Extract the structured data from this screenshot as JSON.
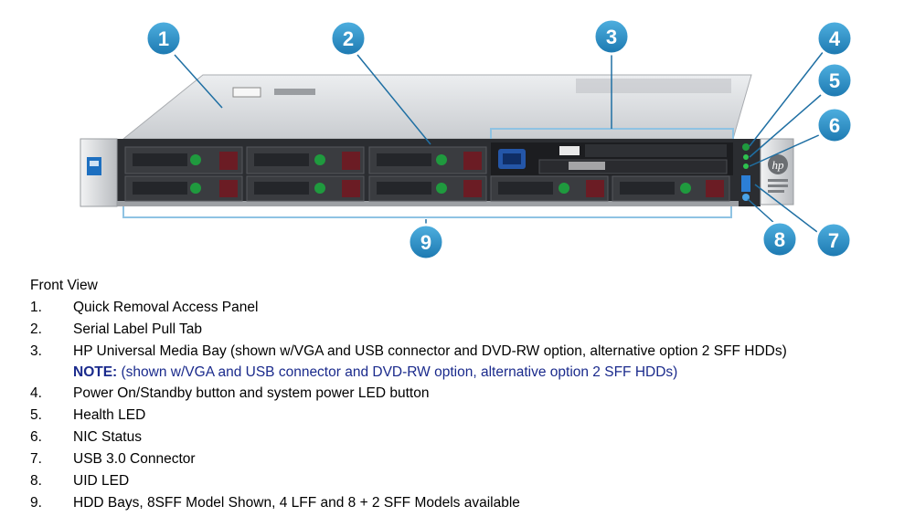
{
  "diagram": {
    "callouts": [
      "1",
      "2",
      "3",
      "4",
      "5",
      "6",
      "7",
      "8",
      "9"
    ],
    "colors": {
      "callout_fill": "#2a8fc4",
      "callout_ring": "#ffffff",
      "leader": "#1f6fa3",
      "chassis_top": "#d9dbde",
      "bezel": "#2b2d31",
      "drive_face": "#3a3c40",
      "drive_handle": "#6b1c24",
      "bracket_line": "#8fc3e3"
    },
    "hp_badge_text": "hp"
  },
  "legend": {
    "heading": "Front View",
    "items": [
      {
        "num": "1.",
        "text": "Quick Removal Access Panel"
      },
      {
        "num": "2.",
        "text": "Serial Label Pull Tab"
      },
      {
        "num": "3.",
        "text": "HP Universal Media Bay (shown w/VGA and USB connector and DVD-RW option, alternative option 2 SFF HDDs)"
      },
      {
        "num": "4.",
        "text": "Power On/Standby button and system power LED button"
      },
      {
        "num": "5.",
        "text": "Health LED"
      },
      {
        "num": "6.",
        "text": "NIC Status"
      },
      {
        "num": "7.",
        "text": "USB 3.0 Connector"
      },
      {
        "num": "8.",
        "text": "UID LED"
      },
      {
        "num": "9.",
        "text": "HDD Bays, 8SFF Model Shown, 4 LFF and 8 + 2 SFF Models available"
      }
    ],
    "note": {
      "label": "NOTE:",
      "text": " (shown w/VGA and USB connector and DVD-RW option, alternative option 2 SFF HDDs)"
    }
  }
}
